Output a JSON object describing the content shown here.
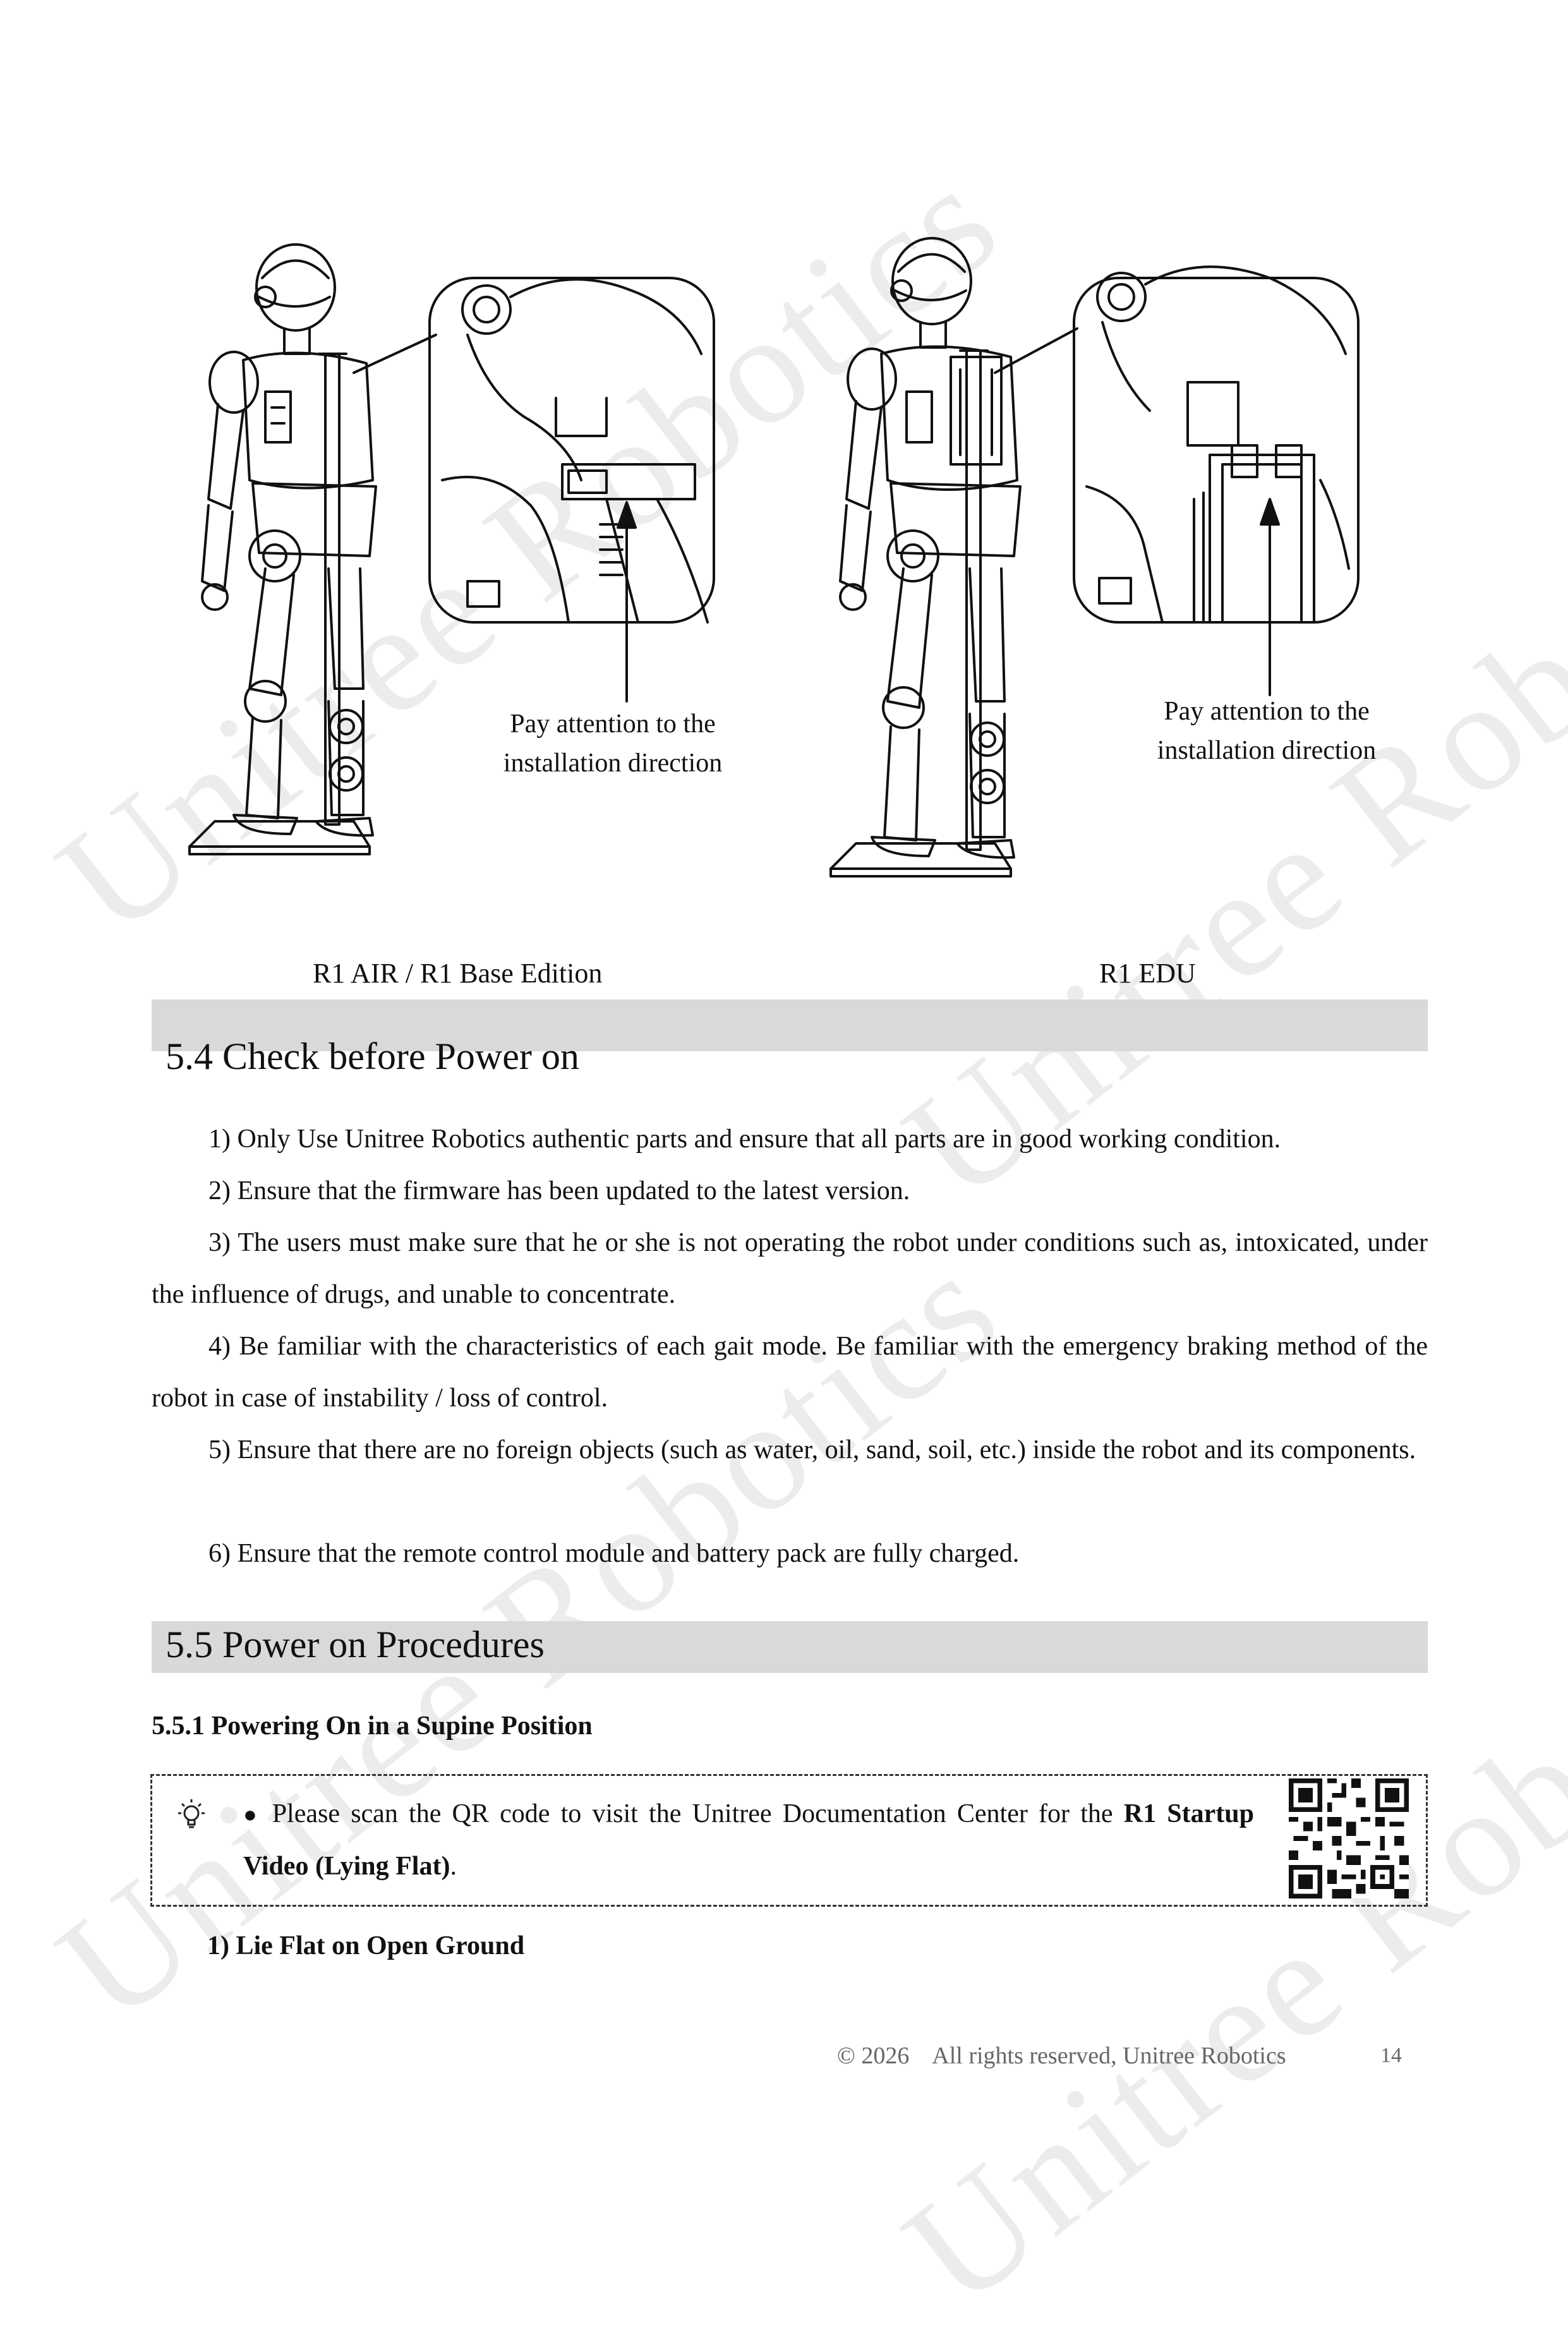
{
  "figure": {
    "left_caption": "Pay attention to the installation direction",
    "right_caption": "Pay attention to the installation direction",
    "left_label": "R1 AIR / R1 Base Edition",
    "right_label": "R1 EDU"
  },
  "watermark": "Unitree Robotics",
  "section_54": {
    "title": "5.4 Check before Power on",
    "items": [
      "1) Only Use Unitree Robotics authentic parts and ensure that all parts are in good working condition.",
      "2) Ensure that the firmware has been updated to the latest version.",
      "3) The users must make sure that he or she is not operating the robot under conditions such as, intoxicated, under the influence of drugs, and unable to concentrate.",
      "4) Be familiar with the characteristics of each gait mode. Be familiar with the emergency braking method of the robot in case of instability / loss of control.",
      "5) Ensure that there are no foreign objects (such as water, oil, sand, soil, etc.) inside the robot and its components.",
      "6) Ensure that the remote control module and battery pack are fully charged."
    ]
  },
  "section_55": {
    "title": "5.5 Power on Procedures",
    "sub_551": "5.5.1 Powering On in a Supine Position",
    "tip_prefix": "Please scan the QR code to visit the Unitree Documentation Center for the ",
    "tip_bold": "R1 Startup Video (Lying Flat)",
    "tip_suffix": ".",
    "step1": "1) Lie Flat on Open Ground"
  },
  "footer": {
    "copyright": "© 2026    All rights reserved, Unitree Robotics",
    "page_number": "14"
  }
}
